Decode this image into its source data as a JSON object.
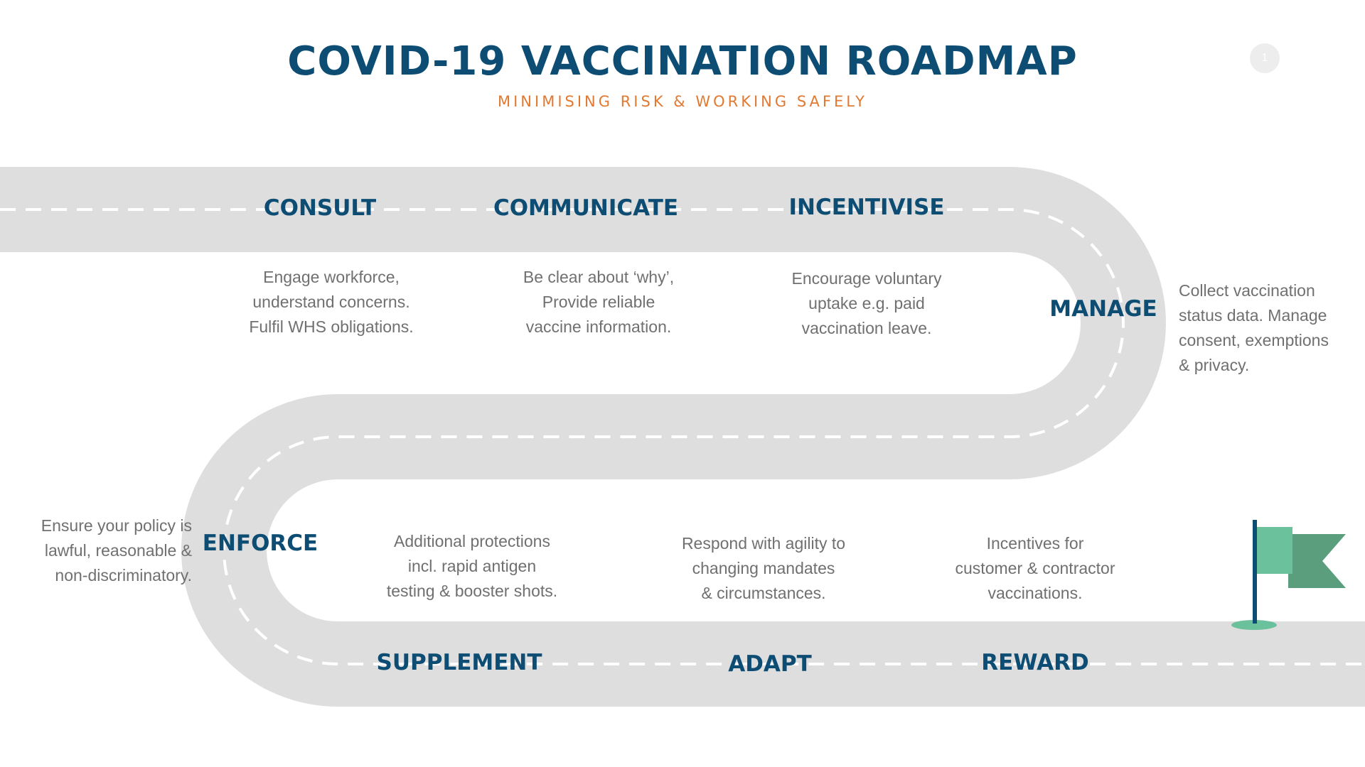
{
  "header": {
    "title": "COVID-19 VACCINATION ROADMAP",
    "subtitle": "MINIMISING RISK & WORKING SAFELY",
    "page_number": "1"
  },
  "colors": {
    "title": "#0d4d73",
    "subtitle": "#e07a32",
    "road": "#dedede",
    "road_markings": "#ffffff",
    "description_text": "#707070",
    "flag_light": "#6cc19d",
    "flag_dark": "#5a9e7d",
    "flag_pole": "#0d4d73"
  },
  "steps": {
    "consult": {
      "label": "CONSULT",
      "description": "Engage workforce,\nunderstand concerns.\nFulfil WHS obligations."
    },
    "communicate": {
      "label": "COMMUNICATE",
      "description": "Be clear about ‘why’,\nProvide reliable\nvaccine information."
    },
    "incentivise": {
      "label": "INCENTIVISE",
      "description": "Encourage voluntary\nuptake e.g. paid\nvaccination leave."
    },
    "manage": {
      "label": "MANAGE",
      "description": "Collect vaccination\nstatus data. Manage\nconsent, exemptions\n& privacy."
    },
    "enforce": {
      "label": "ENFORCE",
      "description": "Ensure your policy is\nlawful, reasonable &\nnon-discriminatory."
    },
    "supplement": {
      "label": "SUPPLEMENT",
      "description": "Additional protections\nincl. rapid antigen\ntesting & booster shots."
    },
    "adapt": {
      "label": "ADAPT",
      "description": "Respond with agility to\nchanging mandates\n& circumstances."
    },
    "reward": {
      "label": "REWARD",
      "description": "Incentives for\ncustomer & contractor\nvaccinations."
    }
  },
  "icons": {
    "finish": "finish-flag-icon"
  }
}
